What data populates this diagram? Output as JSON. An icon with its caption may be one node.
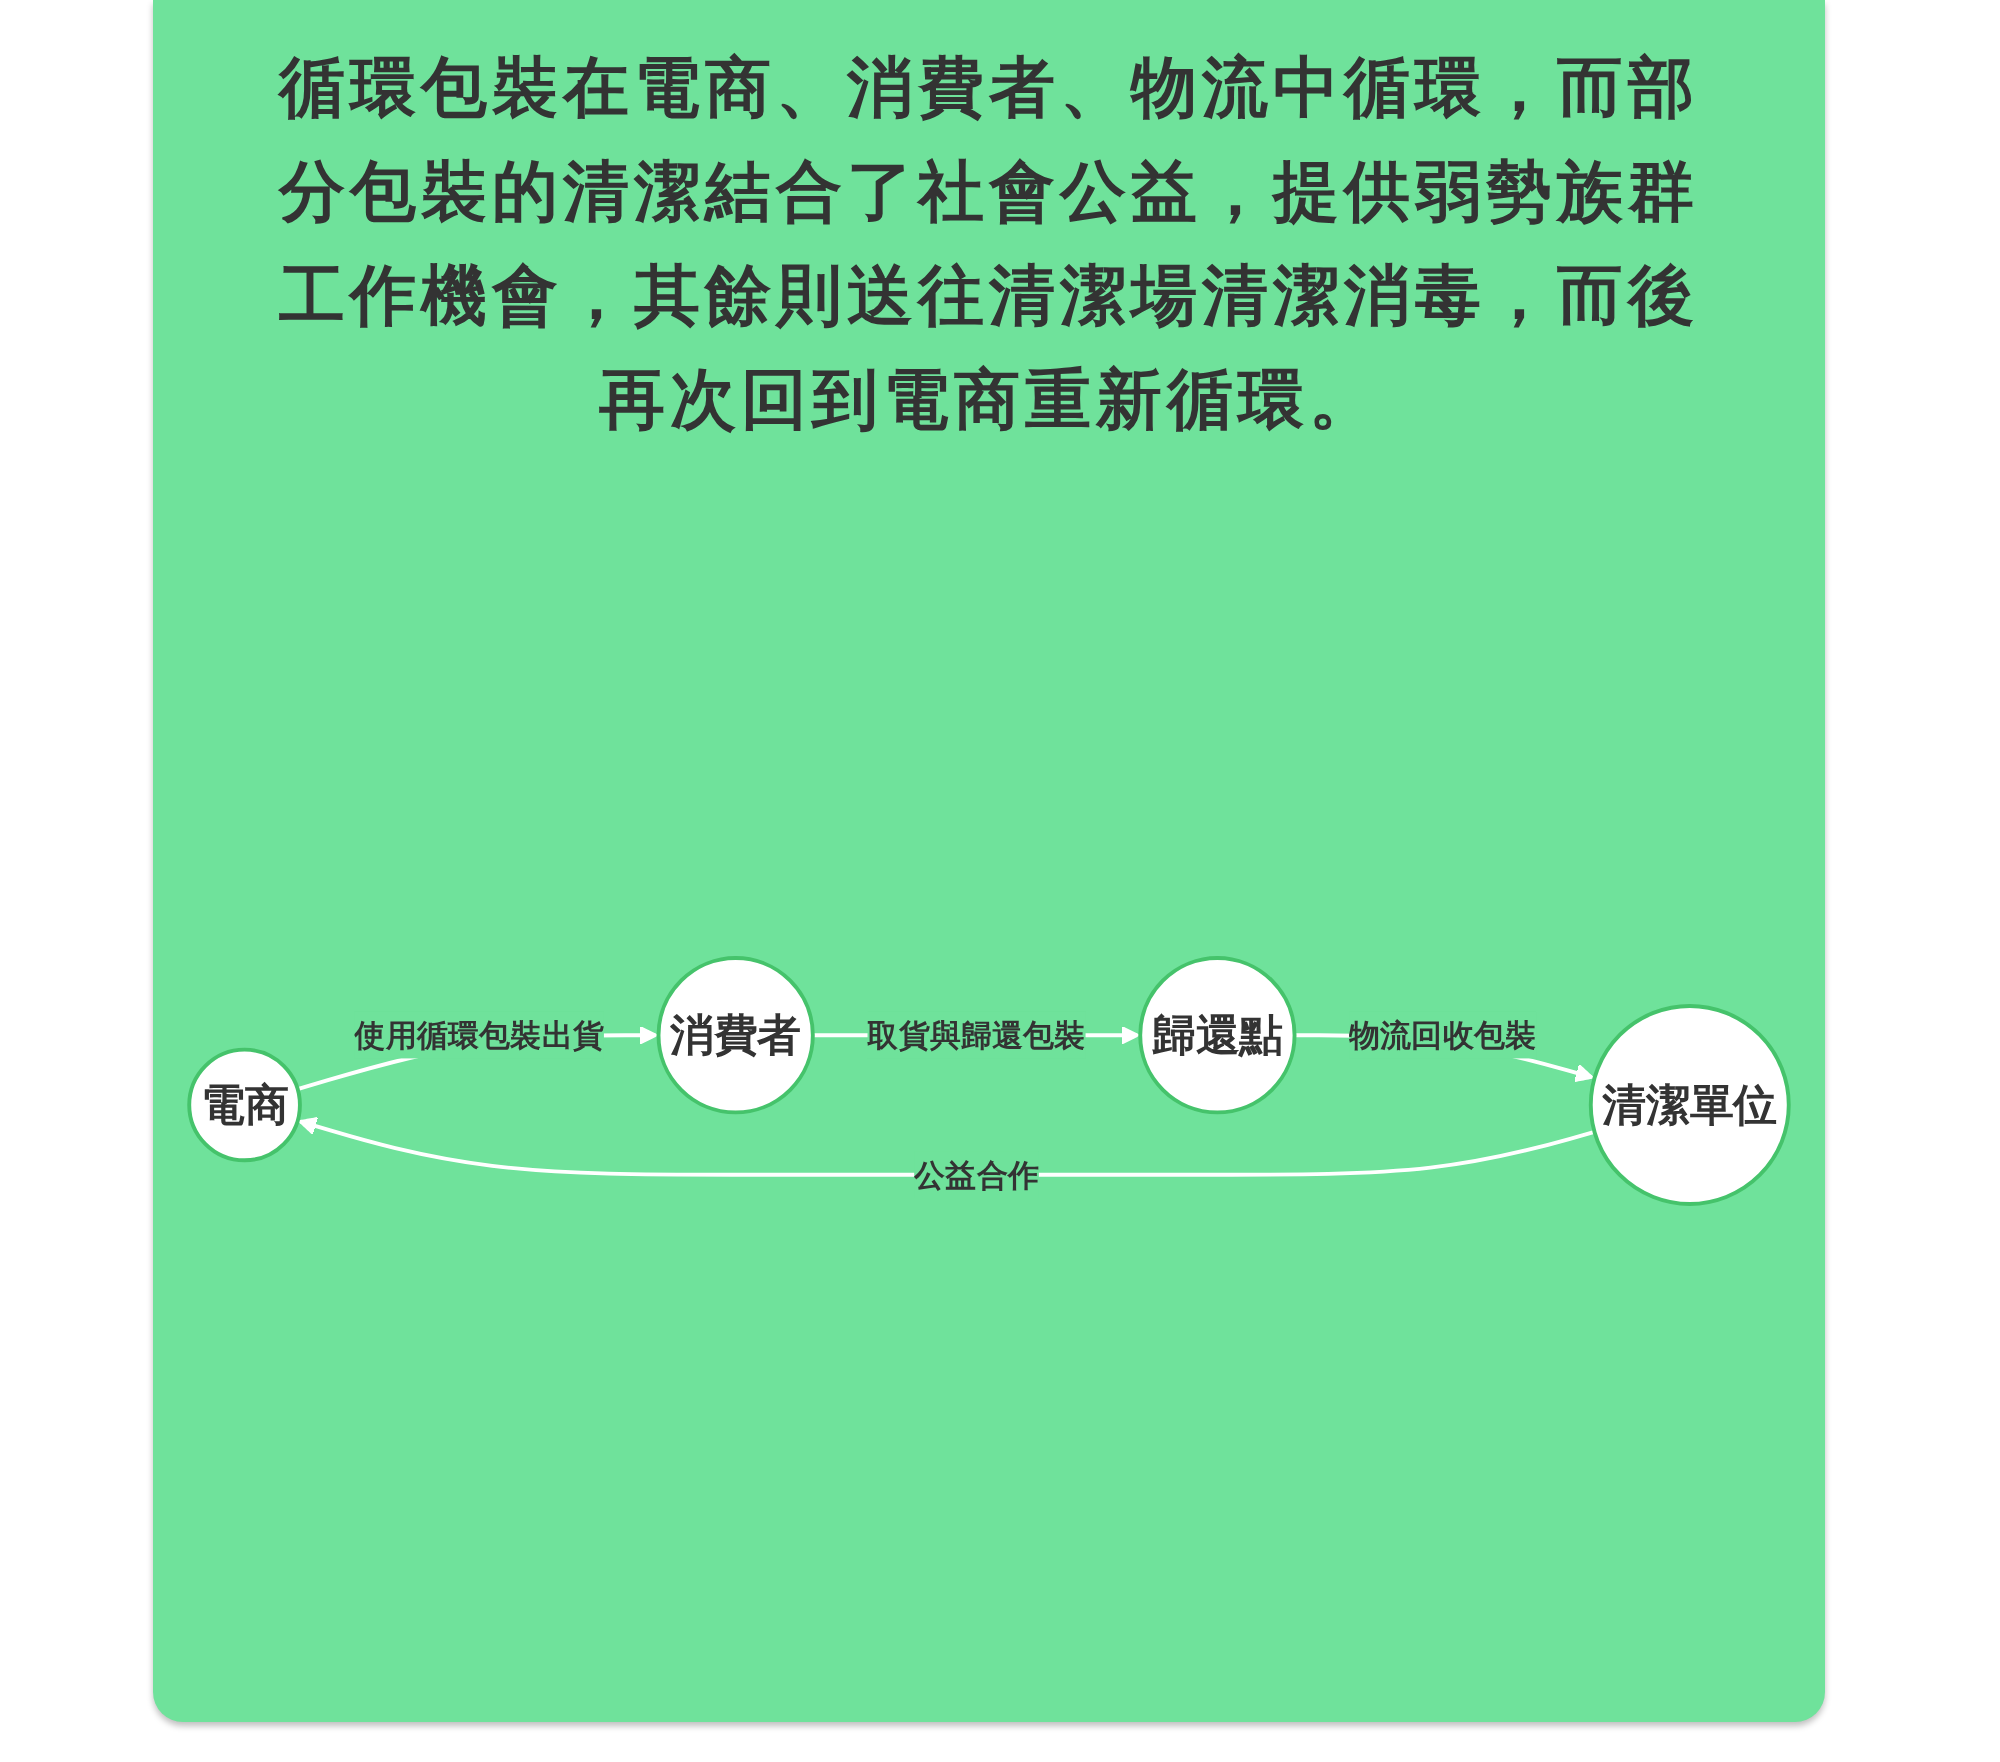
{
  "diagram": {
    "nodes": [
      {
        "text": [
          "電商"
        ]
      },
      {
        "text": [
          "消費者"
        ]
      },
      {
        "text": [
          "清潔單位"
        ]
      },
      {
        "text": [
          "歸還點"
        ]
      }
    ],
    "edges": [
      {
        "from": 0,
        "to": 1,
        "arrow": "to",
        "label": "使用循環包裝出貨"
      },
      {
        "from": 1,
        "to": 3,
        "arrow": "to",
        "label": "取貨與歸還包裝"
      },
      {
        "from": 3,
        "to": 2,
        "arrow": "to",
        "label": "物流回收包裝"
      },
      {
        "from": 2,
        "to": 0,
        "arrow": "to",
        "label": "公益合作"
      }
    ],
    "labels": [
      "循環包裝在電商、消費者、物流中循環，而部分包裝的清潔結合了社會公益，提供弱勢族群工作機會，其餘則送往清潔場清潔消毒，而後再次回到電商重新循環。"
    ]
  }
}
